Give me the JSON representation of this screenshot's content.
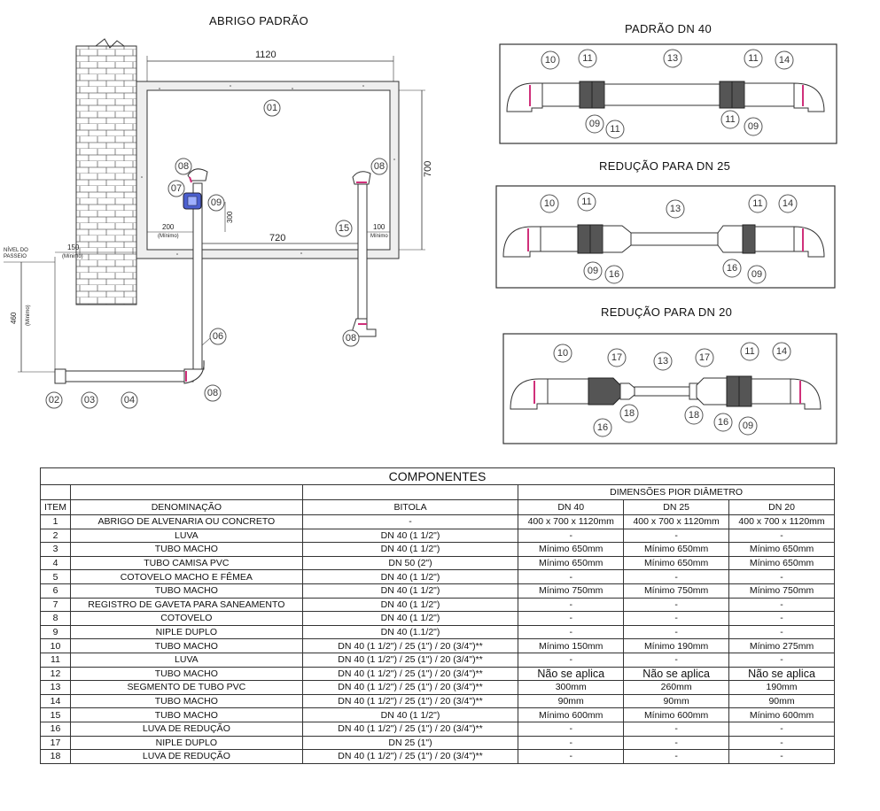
{
  "titles": {
    "abrigo": "ABRIGO PADRÃO",
    "dn40": "PADRÃO DN 40",
    "dn25": "REDUÇÃO PARA DN 25",
    "dn20": "REDUÇÃO PARA DN 20"
  },
  "abrigo_dims": {
    "width": "1120",
    "height": "700",
    "inner": "720",
    "d200": "200",
    "d200_sub": "(Mínimo)",
    "d300": "300",
    "d100": "100",
    "d100_sub": "Mínimo",
    "d150": "150",
    "d150_sub": "(Mínimo)",
    "d460": "460",
    "d460_sub": "(Mínimo)",
    "nivel": [
      "NÍVEL DO",
      "PASSEIO"
    ]
  },
  "abrigo_callouts": [
    "01",
    "02",
    "03",
    "04",
    "06",
    "07",
    "08",
    "08",
    "08",
    "08",
    "09",
    "15"
  ],
  "dn40_callouts": [
    "10",
    "11",
    "13",
    "11",
    "14",
    "09",
    "11",
    "11",
    "09"
  ],
  "dn25_callouts": [
    "10",
    "11",
    "13",
    "11",
    "14",
    "09",
    "16",
    "16",
    "09"
  ],
  "dn20_callouts": [
    "10",
    "17",
    "13",
    "17",
    "11",
    "14",
    "18",
    "18",
    "16",
    "16",
    "09"
  ],
  "table": {
    "title": "COMPONENTES",
    "dim_header": "DIMENSÕES PIOR DIÂMETRO",
    "columns": [
      "ITEM",
      "DENOMINAÇÃO",
      "BITOLA",
      "DN 40",
      "DN 25",
      "DN 20"
    ],
    "rows": [
      [
        "1",
        "ABRIGO DE ALVENARIA OU CONCRETO",
        "-",
        "400 x 700 x 1120mm",
        "400 x 700 x 1120mm",
        "400 x 700 x 1120mm"
      ],
      [
        "2",
        "LUVA",
        "DN 40 (1 1/2\")",
        "-",
        "-",
        "-"
      ],
      [
        "3",
        "TUBO MACHO",
        "DN 40 (1 1/2\")",
        "Mínimo 650mm",
        "Mínimo 650mm",
        "Mínimo 650mm"
      ],
      [
        "4",
        "TUBO CAMISA PVC",
        "DN 50 (2\")",
        "Mínimo 650mm",
        "Mínimo 650mm",
        "Mínimo 650mm"
      ],
      [
        "5",
        "COTOVELO MACHO E FÊMEA",
        "DN 40 (1 1/2\")",
        "-",
        "-",
        "-"
      ],
      [
        "6",
        "TUBO MACHO",
        "DN 40 (1 1/2\")",
        "Mínimo 750mm",
        "Mínimo 750mm",
        "Mínimo 750mm"
      ],
      [
        "7",
        "REGISTRO DE GAVETA PARA SANEAMENTO",
        "DN 40 (1 1/2\")",
        "-",
        "-",
        "-"
      ],
      [
        "8",
        "COTOVELO",
        "DN 40 (1 1/2\")",
        "-",
        "-",
        "-"
      ],
      [
        "9",
        "NIPLE DUPLO",
        "DN 40 (1.1/2\")",
        "-",
        "-",
        "-"
      ],
      [
        "10",
        "TUBO MACHO",
        "DN 40 (1 1/2\") / 25 (1\") / 20 (3/4\")**",
        "Mínimo 150mm",
        "Mínimo 190mm",
        "Mínimo 275mm"
      ],
      [
        "11",
        "LUVA",
        "DN 40 (1 1/2\") / 25 (1\") / 20 (3/4\")**",
        "-",
        "-",
        "-"
      ],
      [
        "12",
        "TUBO MACHO",
        "DN 40 (1 1/2\") / 25 (1\") / 20 (3/4\")**",
        "Não se aplica",
        "Não se aplica",
        "Não se aplica"
      ],
      [
        "13",
        "SEGMENTO DE TUBO PVC",
        "DN 40 (1 1/2\") / 25 (1\") / 20 (3/4\")**",
        "300mm",
        "260mm",
        "190mm"
      ],
      [
        "14",
        "TUBO MACHO",
        "DN 40 (1 1/2\") / 25 (1\") / 20 (3/4\")**",
        "90mm",
        "90mm",
        "90mm"
      ],
      [
        "15",
        "TUBO MACHO",
        "DN 40 (1 1/2\")",
        "Mínimo 600mm",
        "Mínimo 600mm",
        "Mínimo 600mm"
      ],
      [
        "16",
        "LUVA DE REDUÇÃO",
        "DN 40 (1 1/2\") / 25 (1\") / 20 (3/4\")**",
        "-",
        "-",
        "-"
      ],
      [
        "17",
        "NIPLE DUPLO",
        "DN 25 (1\")",
        "-",
        "-",
        "-"
      ],
      [
        "18",
        "LUVA DE REDUÇÃO",
        "DN 40 (1 1/2\") / 25 (1\") / 20 (3/4\")**",
        "-",
        "-",
        "-"
      ]
    ]
  }
}
